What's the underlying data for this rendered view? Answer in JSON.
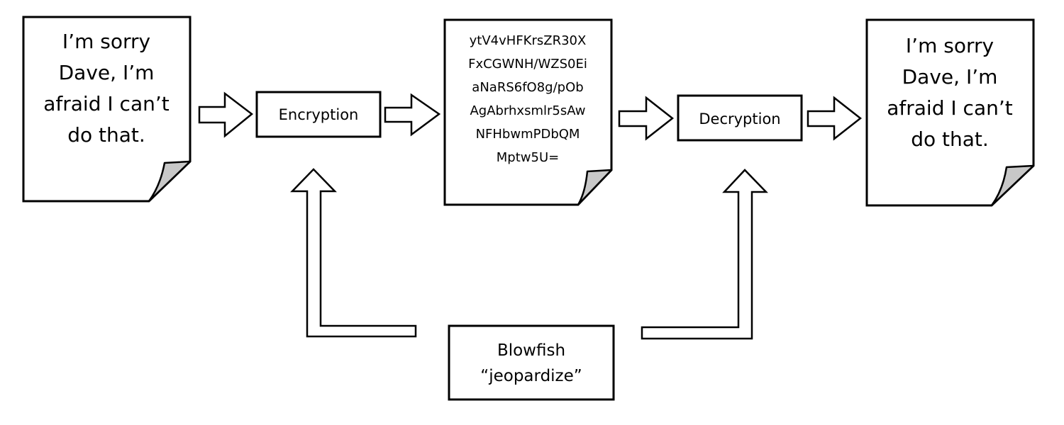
{
  "plaintext_doc": {
    "lines": [
      "I’m sorry",
      "Dave, I’m",
      "afraid I can’t",
      "do that."
    ]
  },
  "cipher_doc": {
    "lines": [
      "ytV4vHFKrsZR30X",
      "FxCGWNH/WZS0Ei",
      "aNaRS6fO8g/pOb",
      "AgAbrhxsmlr5sAw",
      "NFHbwmPDbQM",
      "Mptw5U="
    ]
  },
  "decrypted_doc": {
    "lines": [
      "I’m sorry",
      "Dave, I’m",
      "afraid I can’t",
      "do that."
    ]
  },
  "encryption_box": {
    "label": "Encryption"
  },
  "decryption_box": {
    "label": "Decryption"
  },
  "key_box": {
    "algorithm": "Blowfish",
    "key": "“jeopardize”"
  },
  "colors": {
    "stroke": "#000000",
    "fill": "#ffffff",
    "page_fold": "#c8c8c8"
  }
}
